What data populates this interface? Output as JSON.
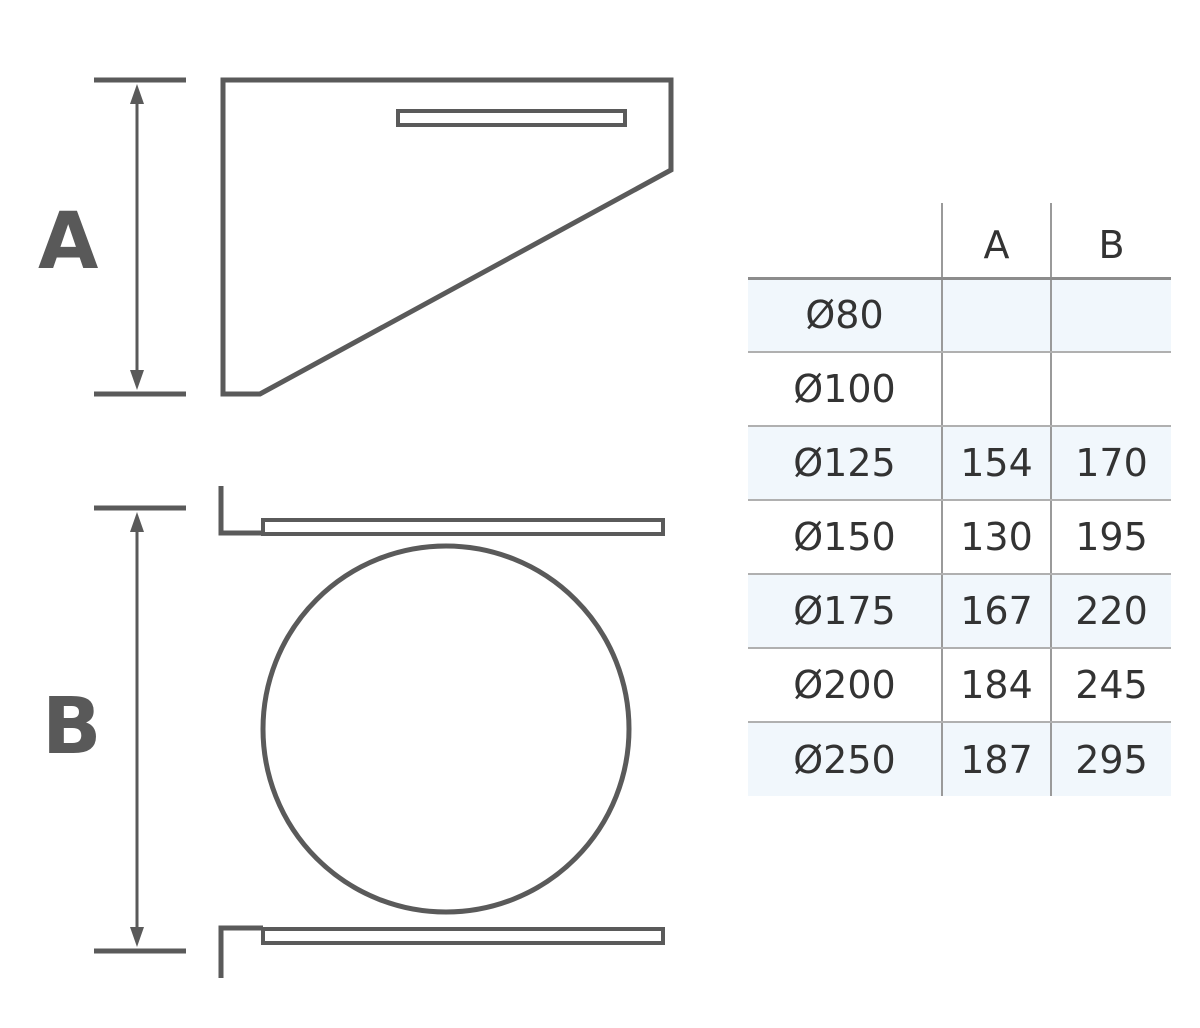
{
  "labels": {
    "dim_a": "A",
    "dim_b": "B"
  },
  "table": {
    "headers": [
      "",
      "A",
      "B"
    ],
    "rows": [
      {
        "diameter": "Ø80",
        "a": "",
        "b": ""
      },
      {
        "diameter": "Ø100",
        "a": "",
        "b": ""
      },
      {
        "diameter": "Ø125",
        "a": "154",
        "b": "170"
      },
      {
        "diameter": "Ø150",
        "a": "130",
        "b": "195"
      },
      {
        "diameter": "Ø175",
        "a": "167",
        "b": "220"
      },
      {
        "diameter": "Ø200",
        "a": "184",
        "b": "245"
      },
      {
        "diameter": "Ø250",
        "a": "187",
        "b": "295"
      }
    ]
  },
  "colors": {
    "line": "#5a5a5a",
    "row_shade": "#f1f7fc",
    "text": "#333333"
  }
}
